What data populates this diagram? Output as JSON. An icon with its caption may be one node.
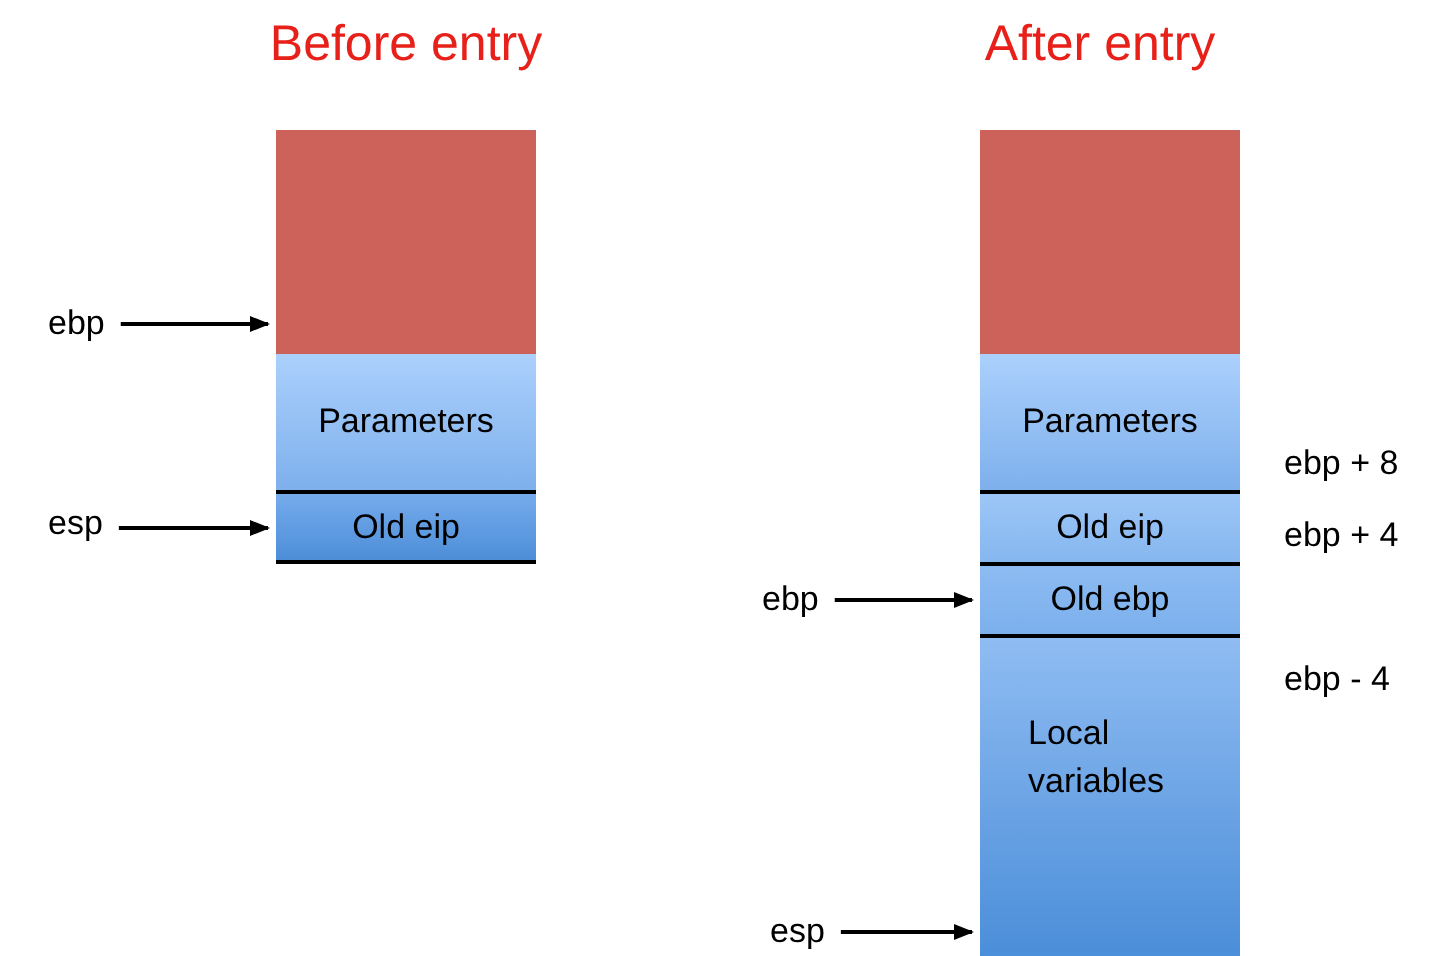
{
  "diagram": {
    "nodes": [
      {
        "text": [
          "ebp"
        ]
      },
      {
        "text": [],
        "shape": "box"
      },
      {
        "text": [
          "Parameters"
        ]
      },
      {
        "text": [
          "esp"
        ]
      },
      {
        "text": [
          "Old eip"
        ]
      },
      {
        "text": [],
        "shape": "box"
      },
      {
        "text": [
          "Parameters"
        ]
      },
      {
        "text": [
          "Old eip"
        ]
      },
      {
        "text": [
          "ebp"
        ]
      },
      {
        "text": [
          "Old ebp"
        ]
      },
      {
        "text": [
          "Local variables"
        ]
      },
      {
        "text": [
          "esp"
        ]
      }
    ],
    "edges": [
      {
        "from": 0,
        "to": 1,
        "arrow": "to"
      },
      {
        "from": 3,
        "to": 4,
        "arrow": "to"
      },
      {
        "from": 8,
        "to": 9,
        "arrow": "to"
      },
      {
        "from": 11,
        "to": 10,
        "arrow": "to"
      }
    ],
    "labels": [
      "Before entry",
      "After entry",
      "ebp + 8",
      "ebp + 4",
      "ebp - 4"
    ]
  }
}
